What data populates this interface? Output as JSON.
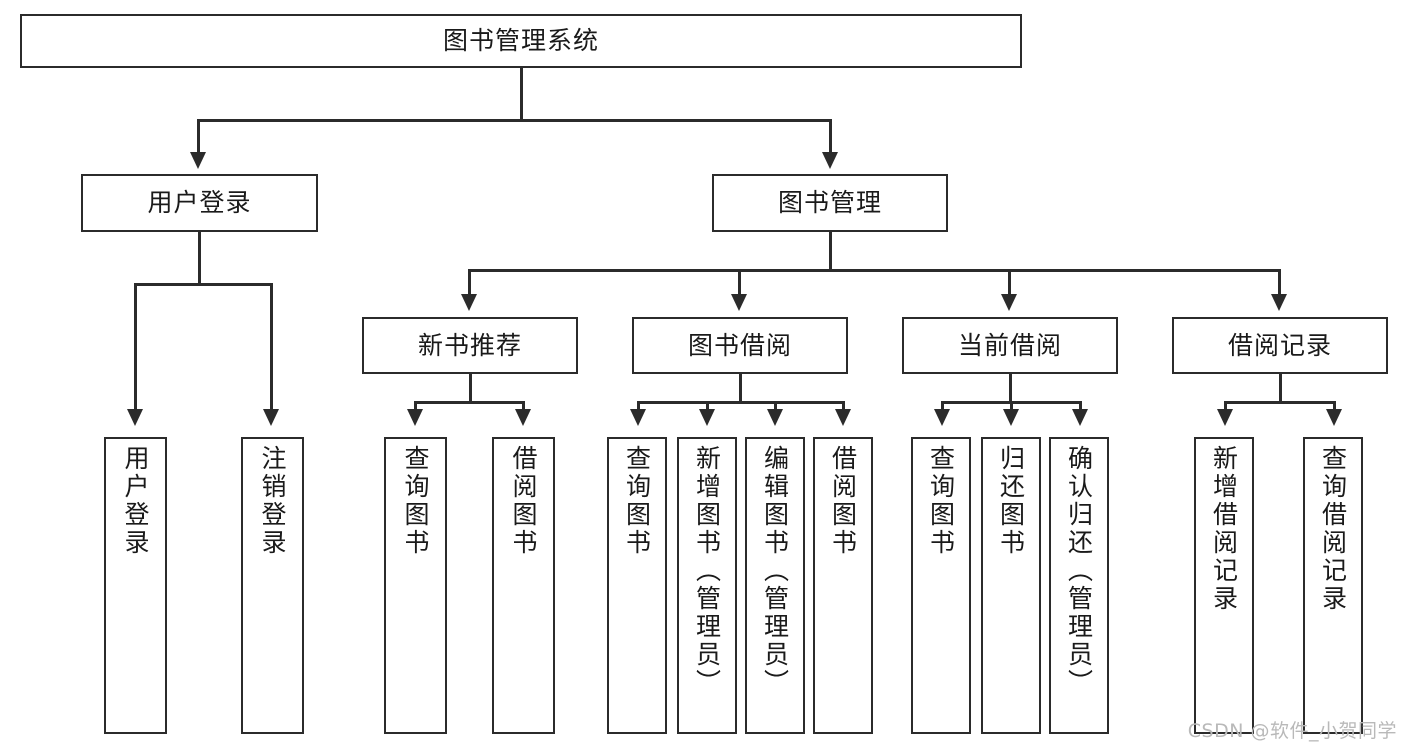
{
  "diagram": {
    "type": "tree-hierarchy",
    "title": "图书管理系统",
    "orientation": "top-down",
    "colors": {
      "box_border": "#2b2b2b",
      "box_fill": "#ffffff",
      "connector": "#2b2b2b",
      "canvas": "#ffffff",
      "watermark": "#b9b9b9"
    }
  },
  "root": {
    "label": "图书管理系统"
  },
  "level2": [
    {
      "id": "user-login",
      "label": "用户登录"
    },
    {
      "id": "book-manage",
      "label": "图书管理"
    }
  ],
  "level3": [
    {
      "id": "new-book-rec",
      "label": "新书推荐"
    },
    {
      "id": "book-borrow",
      "label": "图书借阅"
    },
    {
      "id": "current-borrow",
      "label": "当前借阅"
    },
    {
      "id": "borrow-record",
      "label": "借阅记录"
    }
  ],
  "leaves": [
    {
      "id": "leaf-user-login",
      "parent": "user-login",
      "label": "用户登录"
    },
    {
      "id": "leaf-logout",
      "parent": "user-login",
      "label": "注销登录"
    },
    {
      "id": "leaf-query-book-1",
      "parent": "new-book-rec",
      "label": "查询图书"
    },
    {
      "id": "leaf-borrow-book-1",
      "parent": "new-book-rec",
      "label": "借阅图书"
    },
    {
      "id": "leaf-query-book-2",
      "parent": "book-borrow",
      "label": "查询图书"
    },
    {
      "id": "leaf-add-book",
      "parent": "book-borrow",
      "label": "新增图书（管理员）"
    },
    {
      "id": "leaf-edit-book",
      "parent": "book-borrow",
      "label": "编辑图书（管理员）"
    },
    {
      "id": "leaf-borrow-book-2",
      "parent": "book-borrow",
      "label": "借阅图书"
    },
    {
      "id": "leaf-query-book-3",
      "parent": "current-borrow",
      "label": "查询图书"
    },
    {
      "id": "leaf-return-book",
      "parent": "current-borrow",
      "label": "归还图书"
    },
    {
      "id": "leaf-confirm-return",
      "parent": "current-borrow",
      "label": "确认归还（管理员）"
    },
    {
      "id": "leaf-add-record",
      "parent": "borrow-record",
      "label": "新增借阅记录"
    },
    {
      "id": "leaf-query-record",
      "parent": "borrow-record",
      "label": "查询借阅记录"
    }
  ],
  "watermark": {
    "text": "CSDN @软件_小贺同学"
  }
}
